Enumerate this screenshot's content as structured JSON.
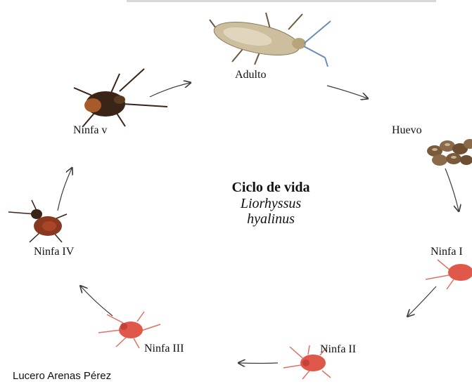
{
  "diagram": {
    "title": "Ciclo de vida",
    "species_line1": "Liorhyssus",
    "species_line2": "hyalinus",
    "stages": {
      "adult": "Adulto",
      "egg": "Huevo",
      "nymph1": "Ninfa I",
      "nymph2": "Ninfa II",
      "nymph3": "Ninfa III",
      "nymph4": "Ninfa IV",
      "nymph5": "Ninfa v"
    },
    "credit": "Lucero Arenas Pérez"
  },
  "colors": {
    "arrow": "#3a3a3a",
    "adult_body": "#cdbf9e",
    "egg": "#7a5a3a",
    "nymph_red": "#e0584a",
    "nymph_dark": "#3a2418"
  }
}
